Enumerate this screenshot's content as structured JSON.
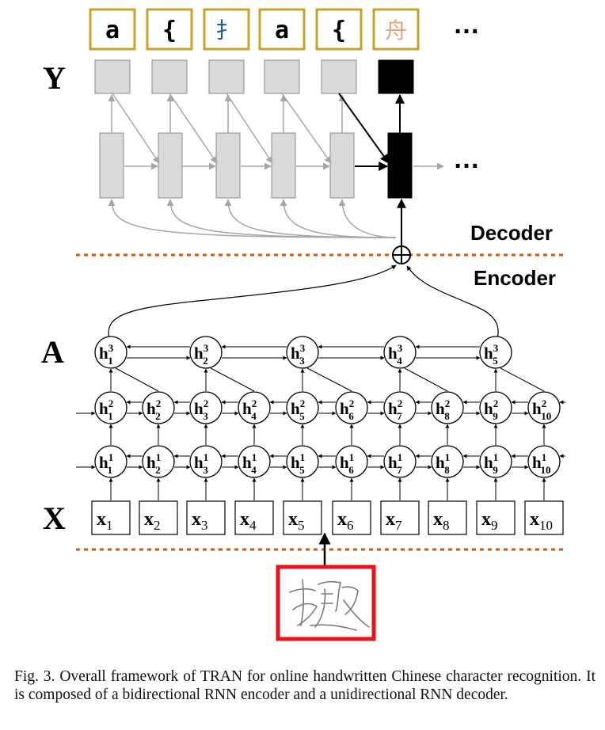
{
  "labels": {
    "y": "Y",
    "a": "A",
    "x": "X",
    "decoder": "Decoder",
    "encoder": "Encoder",
    "ellipsis": "…"
  },
  "output_tokens": [
    "a",
    "{",
    "扌",
    "a",
    "{",
    "舟"
  ],
  "hidden_layers": [
    {
      "name": "layer1",
      "superscript": "1",
      "count": 10
    },
    {
      "name": "layer2",
      "superscript": "2",
      "count": 10
    },
    {
      "name": "layer3",
      "superscript": "3",
      "count": 5
    }
  ],
  "inputs": [
    "1",
    "2",
    "3",
    "4",
    "5",
    "6",
    "7",
    "8",
    "9",
    "10"
  ],
  "colors": {
    "token_border": "#c9a227",
    "gray_box": "#d9d9d9",
    "dash": "#c55a11",
    "image_border": "#e8141b",
    "current": "#000000",
    "arrow_gray": "#a6a6a6"
  },
  "caption": "Fig. 3.  Overall framework of TRAN for online handwritten Chinese character recognition. It is composed of a bidirectional RNN encoder and a unidirectional RNN decoder."
}
